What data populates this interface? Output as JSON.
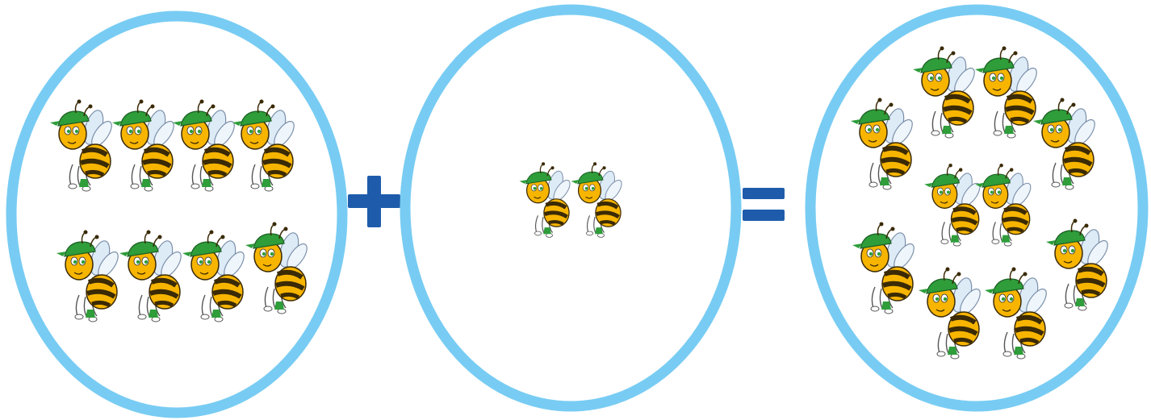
{
  "equation": {
    "groups": [
      {
        "id": "left-group",
        "bee_count": 8
      },
      {
        "id": "middle-group",
        "bee_count": 2
      },
      {
        "id": "result-group",
        "bee_count": 10
      }
    ],
    "operators": [
      "plus",
      "equals"
    ]
  },
  "colors": {
    "circle_border": "#78CCF3",
    "operator": "#1E5CAB",
    "bee_body": "#F7B500",
    "bee_stripe": "#3A2A05",
    "bee_cap": "#2E9D3A",
    "bee_wing": "#DDEBF7"
  },
  "icons": {
    "bee": "bee-icon",
    "plus": "plus-icon",
    "equals": "equals-icon"
  }
}
